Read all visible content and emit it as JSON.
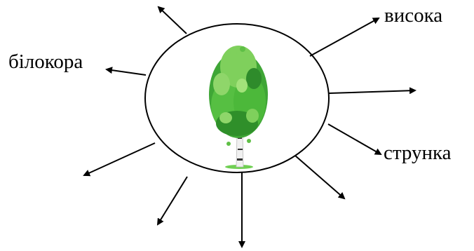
{
  "diagram": {
    "center_image": "birch-tree",
    "words": {
      "top_right": "висока",
      "left": "білокора",
      "right": "струнка"
    },
    "colors": {
      "line": "#000000",
      "leaf_dark": "#2f8f2a",
      "leaf_mid": "#4cb83a",
      "leaf_light": "#8fd66a",
      "trunk": "#e9e9e9",
      "trunk_mark": "#3a3a3a"
    }
  }
}
